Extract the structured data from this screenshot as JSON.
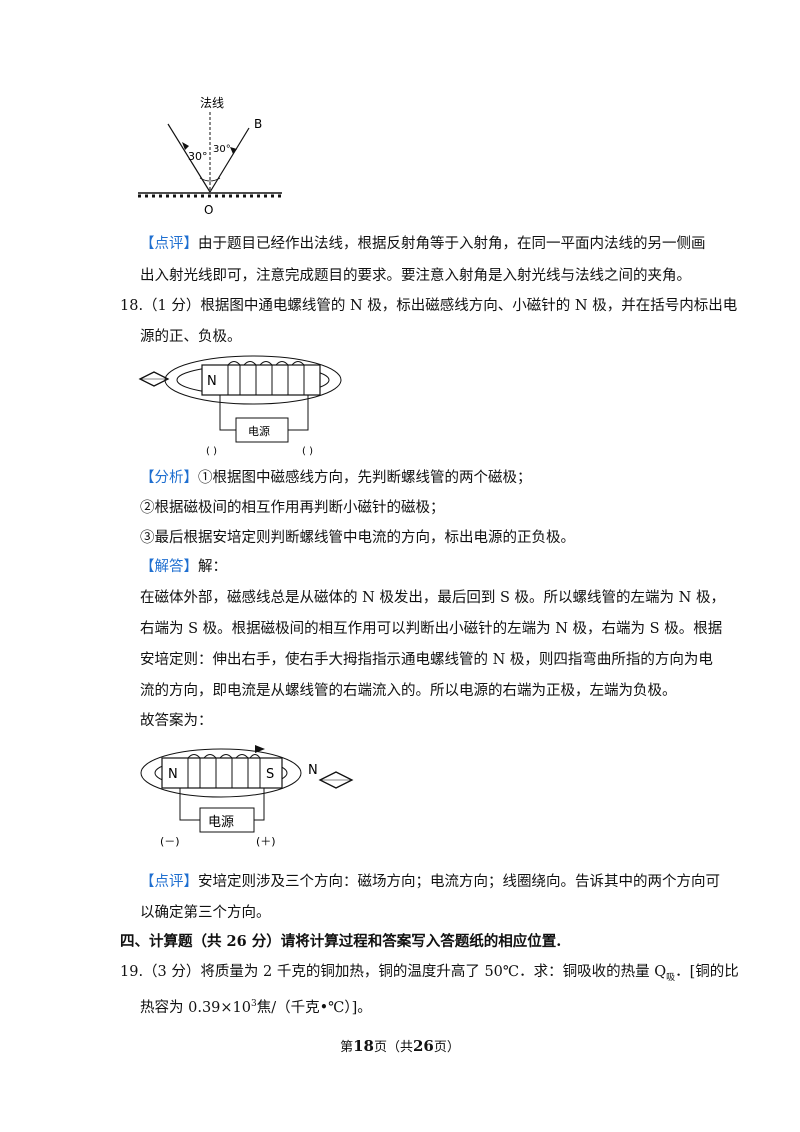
{
  "fig_reflection": {
    "normal_label": "法线",
    "point_b": "B",
    "point_o": "O",
    "angle_left": "30°",
    "angle_right": "30°"
  },
  "review17": {
    "tag": "【点评】",
    "line1": "由于题目已经作出法线，根据反射角等于入射角，在同一平面内法线的另一侧画",
    "line2": "出入射光线即可，注意完成题目的要求。要注意入射角是入射光线与法线之间的夹角。"
  },
  "q18": {
    "line1": "18.（1 分）根据图中通电螺线管的 N 极，标出磁感线方向、小磁针的 N 极，并在括号内标出电",
    "line2": "源的正、负极。",
    "fig": {
      "n_label": "N",
      "source_label": "电源",
      "left_paren": "(   )",
      "right_paren": "(   )"
    }
  },
  "analysis18": {
    "tag": "【分析】",
    "line1": "①根据图中磁感线方向，先判断螺线管的两个磁极；",
    "line2": "②根据磁极间的相互作用再判断小磁针的磁极；",
    "line3": "③最后根据安培定则判断螺线管中电流的方向，标出电源的正负极。"
  },
  "answer18": {
    "tag": "【解答】",
    "tag_suffix": "解：",
    "line1": "在磁体外部，磁感线总是从磁体的 N 极发出，最后回到 S 极。所以螺线管的左端为 N 极，",
    "line2": "右端为 S 极。根据磁极间的相互作用可以判断出小磁针的左端为 N 极，右端为 S 极。根据",
    "line3": "安培定则：伸出右手，使右手大拇指指示通电螺线管的 N 极，则四指弯曲所指的方向为电",
    "line4": "流的方向，即电流是从螺线管的右端流入的。所以电源的右端为正极，左端为负极。",
    "line5": "故答案为：",
    "fig": {
      "n_label": "N",
      "s_label": "S",
      "needle_n": "N",
      "source_label": "电源",
      "left_sign": "(－)",
      "right_sign": "(＋)"
    }
  },
  "review18": {
    "tag": "【点评】",
    "line1": "安培定则涉及三个方向：磁场方向；电流方向；线圈绕向。告诉其中的两个方向可",
    "line2": "以确定第三个方向。"
  },
  "section4": {
    "heading": "四、计算题（共 26 分）请将计算过程和答案写入答题纸的相应位置."
  },
  "q19": {
    "line1_pre": "19.（3 分）将质量为 2 千克的铜加热，铜的温度升高了 50℃．求：铜吸收的热量 Q",
    "line1_sub": "吸",
    "line1_post": "．[铜的比",
    "line2_pre": "热容为 0.39×10",
    "line2_sup": "3",
    "line2_post": "焦/（千克•℃）]。"
  },
  "footer": {
    "pre": "第",
    "page": "18",
    "mid": "页（共",
    "total": "26",
    "post": "页）"
  }
}
